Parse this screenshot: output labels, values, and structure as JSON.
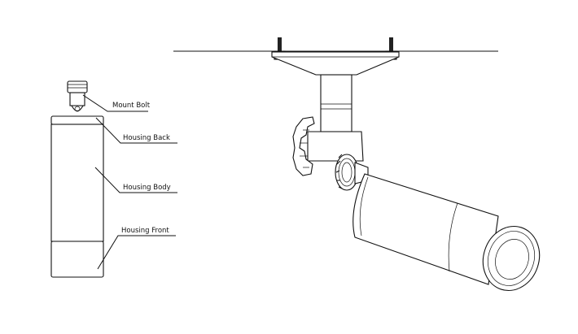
{
  "labels": {
    "mount_bolt": "Mount Bolt",
    "housing_back": "Housing Back",
    "housing_body": "Housing Body",
    "housing_front": "Housing Front"
  }
}
